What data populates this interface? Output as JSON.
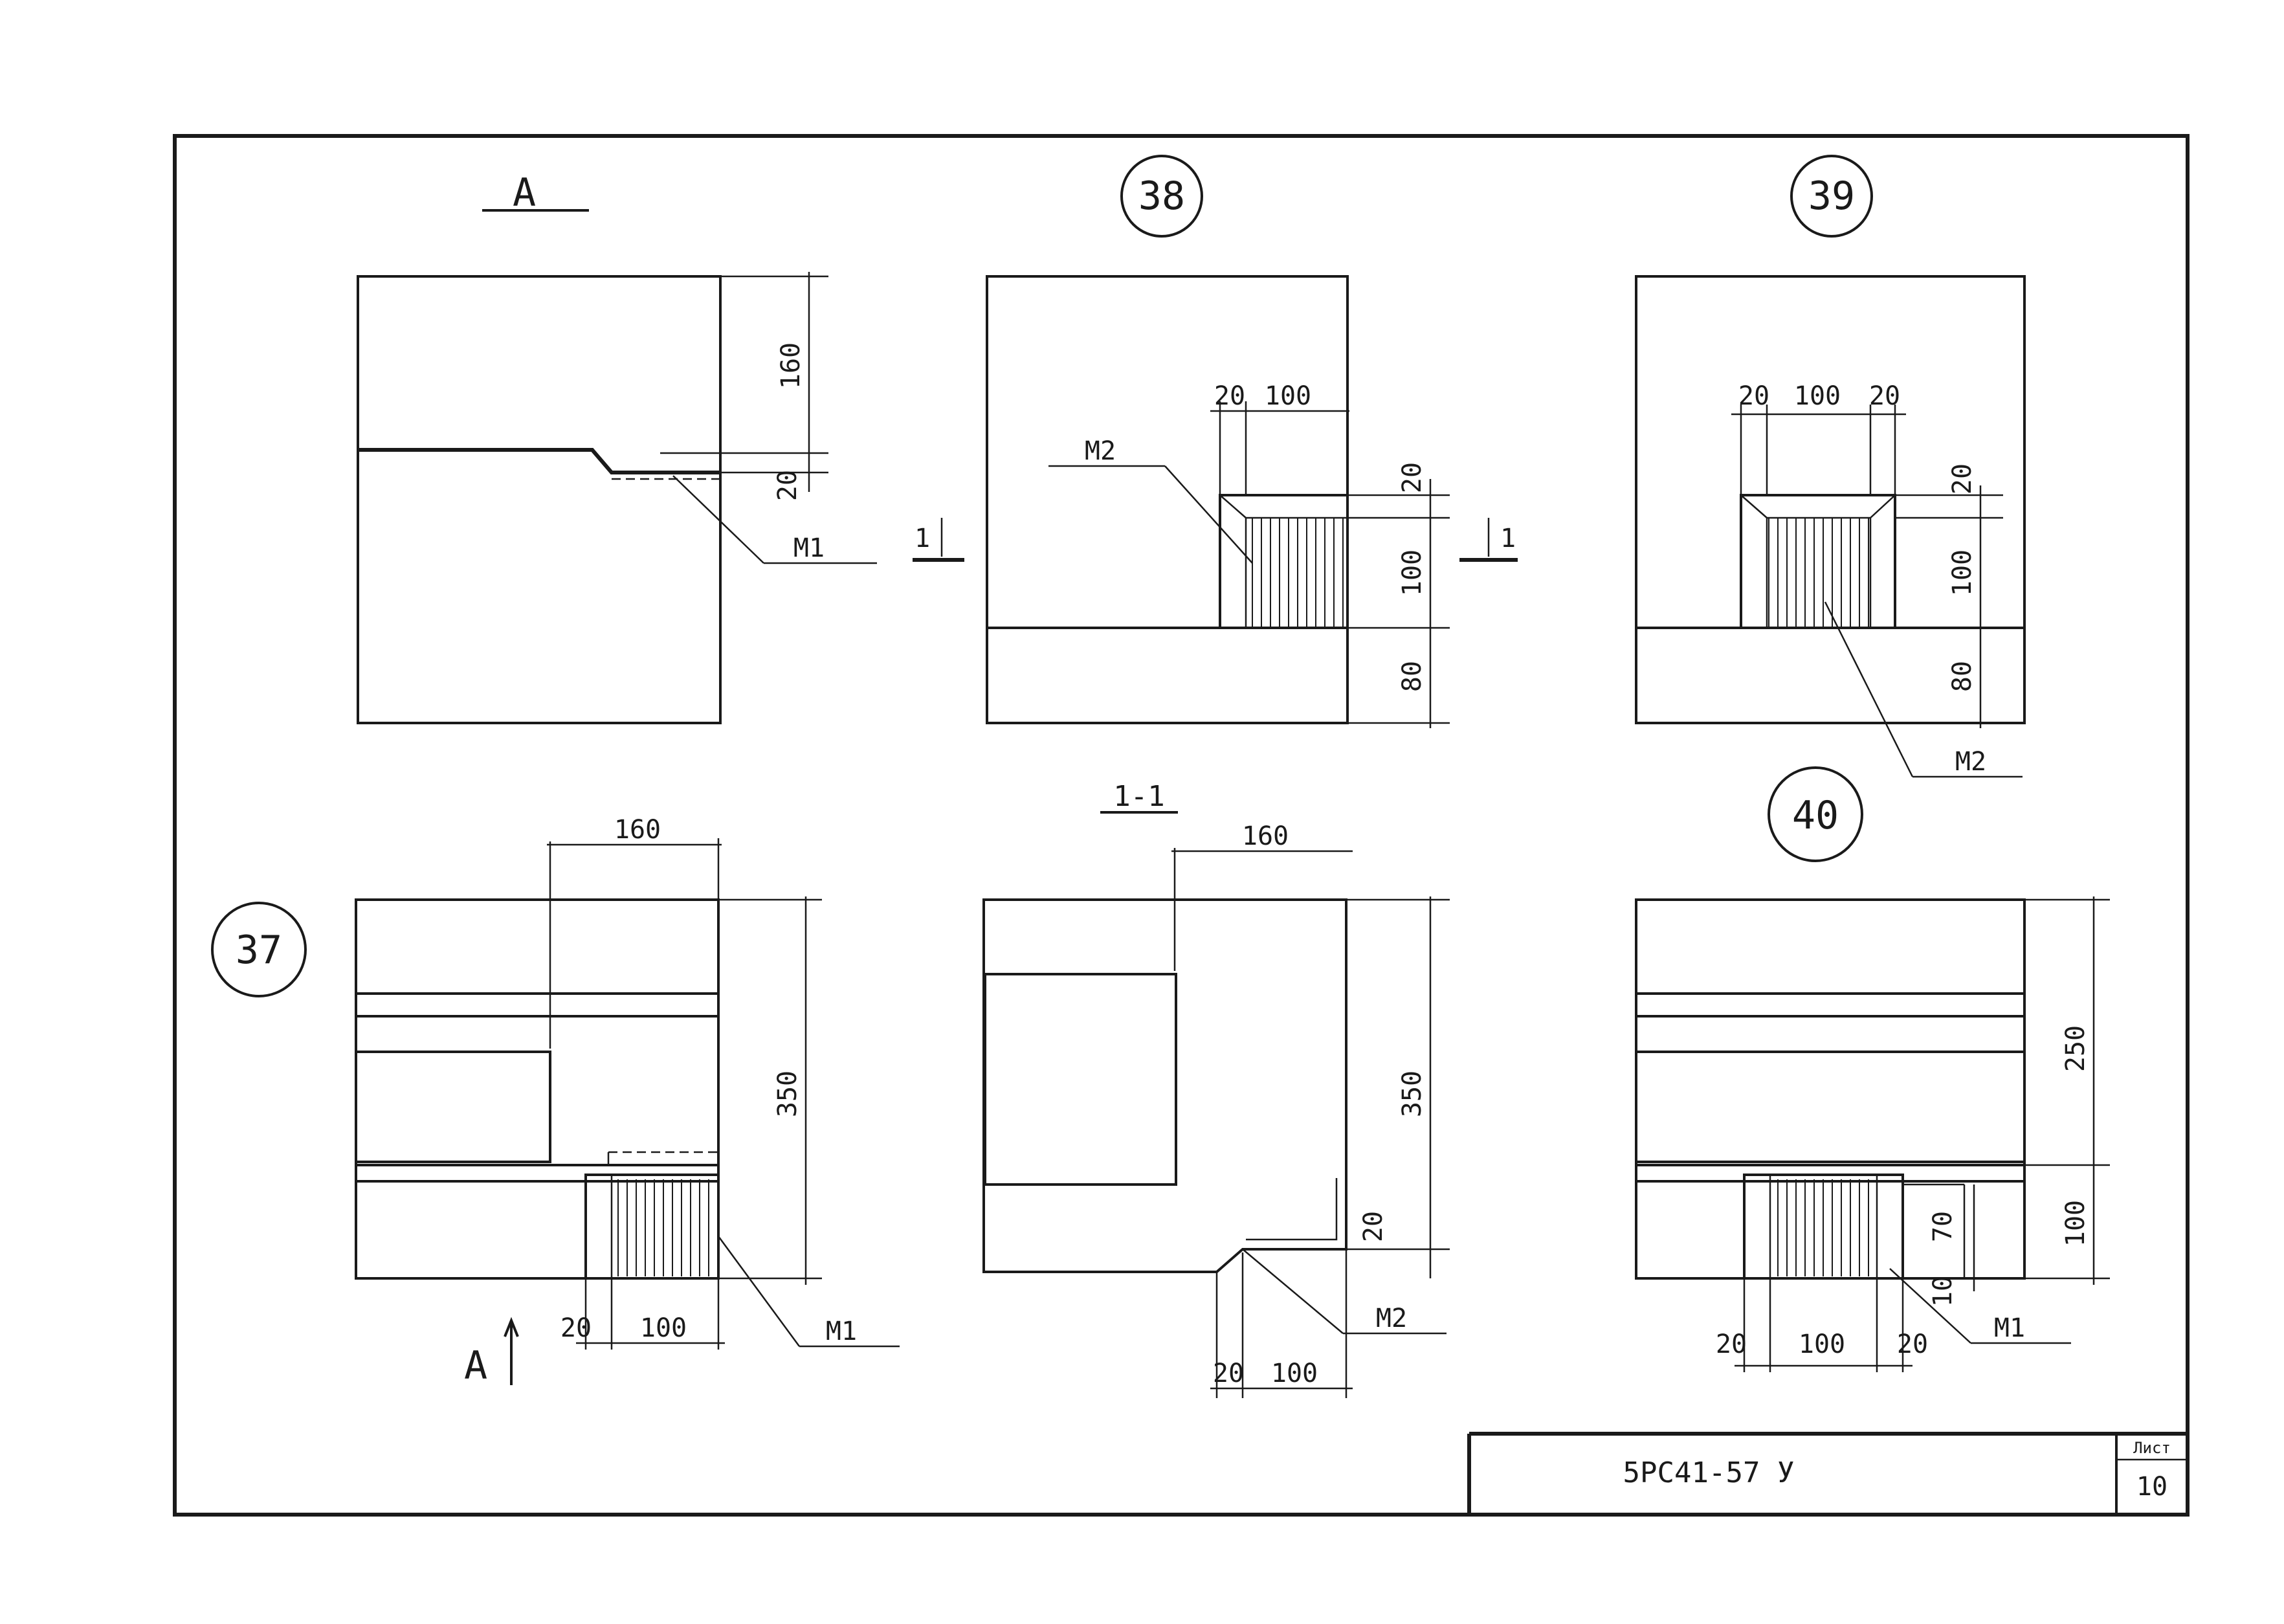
{
  "views": {
    "a": {
      "title": "А",
      "dim_top": "160",
      "dim_small": "20",
      "mark": "М1"
    },
    "n38": {
      "number": "38",
      "dim_w1": "20",
      "dim_w2": "100",
      "dim_h1": "20",
      "dim_h2": "100",
      "dim_h3": "80",
      "mark": "М2",
      "cut_left": "1",
      "cut_right": "1"
    },
    "n39": {
      "number": "39",
      "dim_w1": "20",
      "dim_w2": "100",
      "dim_w3": "20",
      "dim_h1": "20",
      "dim_h2": "100",
      "dim_h3": "80",
      "mark": "М2"
    },
    "n37": {
      "number": "37",
      "dim_top": "160",
      "dim_h": "350",
      "dim_b1": "20",
      "dim_b2": "100",
      "mark": "М1",
      "view_arrow": "А"
    },
    "s11": {
      "title": "1-1",
      "dim_top": "160",
      "dim_h": "350",
      "dim_small": "20",
      "dim_b1": "20",
      "dim_b2": "100",
      "mark": "М2"
    },
    "n40": {
      "number": "40",
      "dim_h1": "250",
      "dim_h2": "100",
      "dim_h3": "70",
      "dim_h4": "10",
      "dim_b1": "20",
      "dim_b2": "100",
      "dim_b3": "20",
      "mark": "М1"
    }
  },
  "title_block": {
    "code": "5РС41-57 У",
    "sheet_label": "Лист",
    "sheet_number": "10"
  }
}
